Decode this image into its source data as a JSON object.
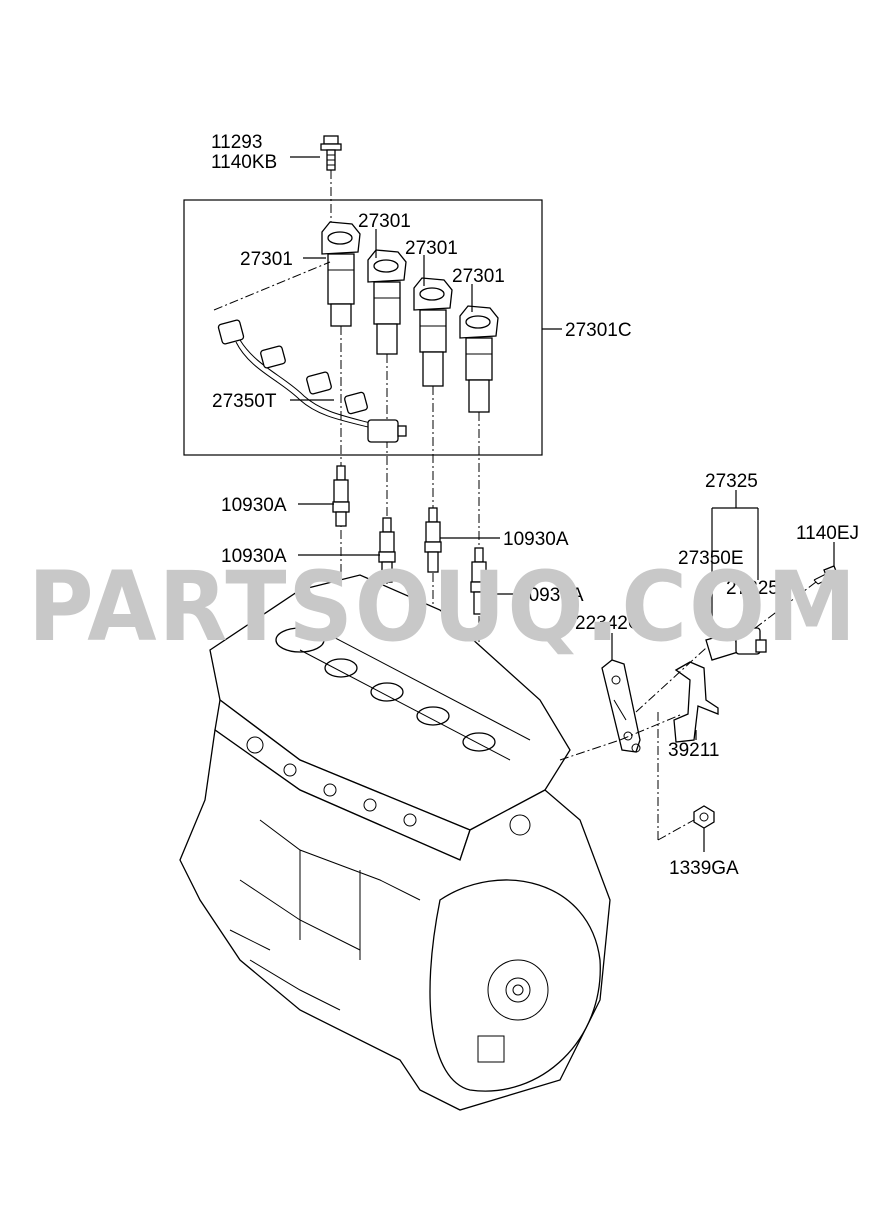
{
  "watermark": "PARTSOUQ.COM",
  "labels": {
    "bolt_top_1": "11293",
    "bolt_top_2": "1140KB",
    "coil_a": "27301",
    "coil_b": "27301",
    "coil_c": "27301",
    "coil_d": "27301",
    "coil_assy": "27301C",
    "harness": "27350T",
    "plug_a": "10930A",
    "plug_b": "10930A",
    "plug_c": "10930A",
    "plug_d": "10930A",
    "sensor_assy": "27325",
    "sensor_connector": "27350E",
    "sensor": "27325B",
    "sensor_bolt": "1140EJ",
    "bracket": "22342C",
    "bracket_small": "39211",
    "nut": "1339GA"
  },
  "colors": {
    "line": "#000000",
    "background": "#ffffff",
    "watermark": "#c8c8c8"
  }
}
